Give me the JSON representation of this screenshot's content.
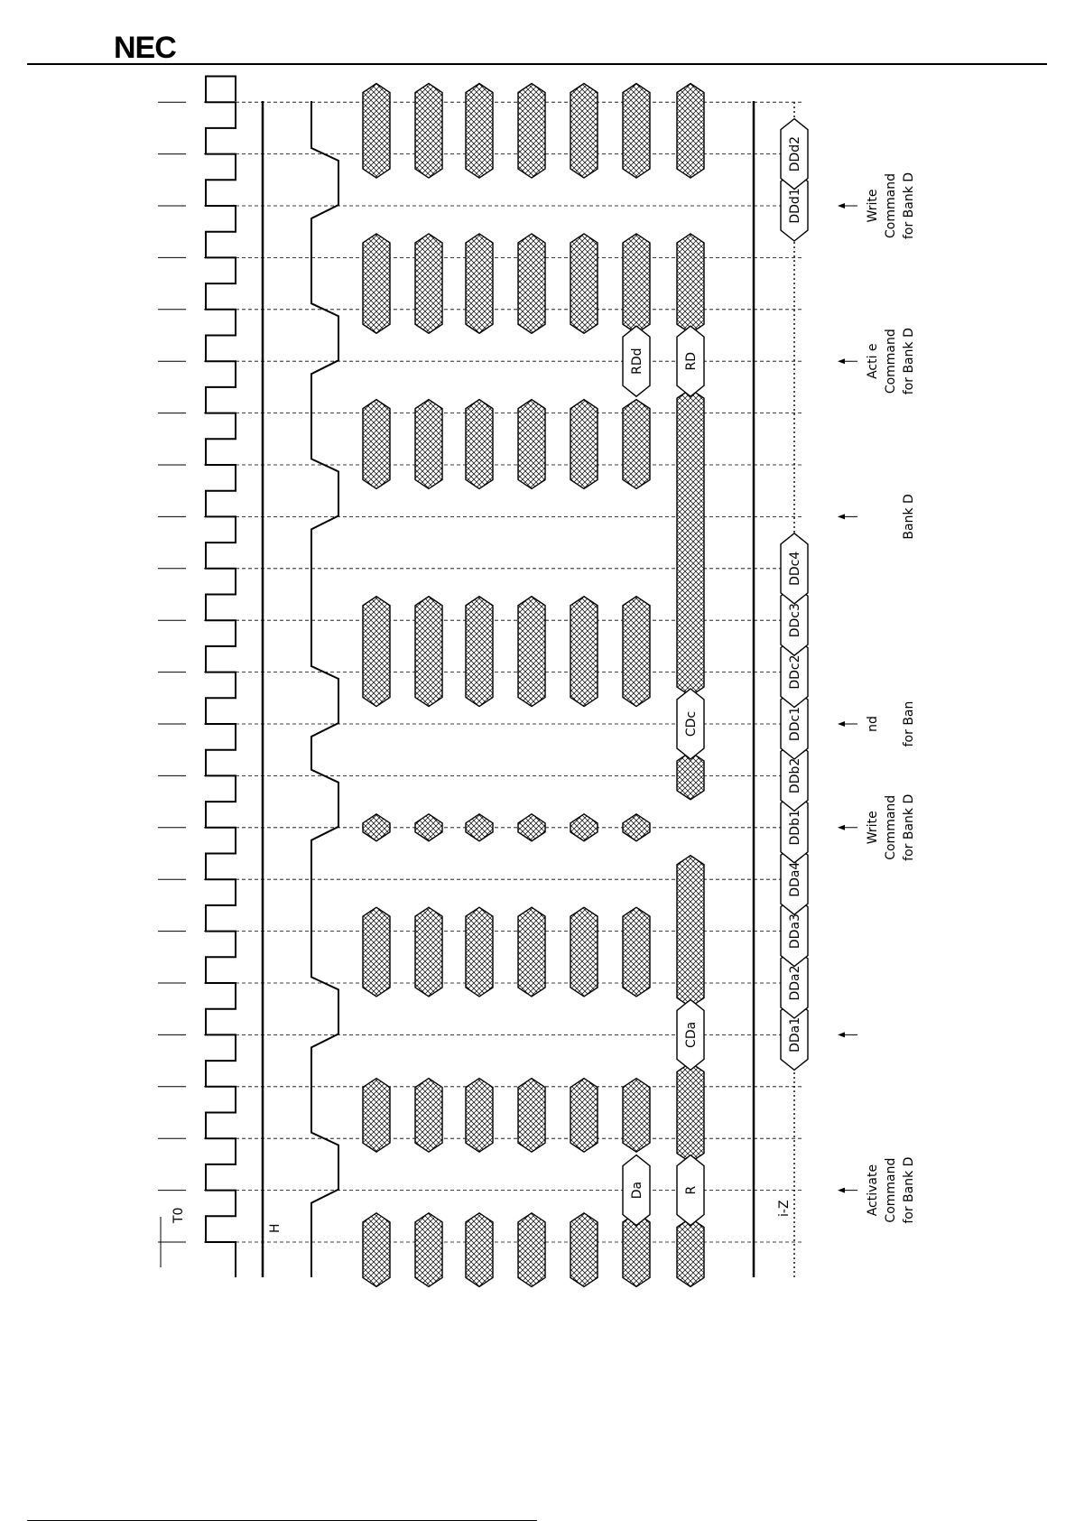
{
  "header": {
    "logo_text": "NEC"
  },
  "diagram": {
    "clock_label": "T0",
    "cke_label": "H",
    "tristate_label": "i-Z",
    "bus_a_labels": [
      {
        "text": "Da",
        "cycle": 1
      },
      {
        "text": "RDd",
        "cycle": 17
      }
    ],
    "bus_b_labels": [
      {
        "text": "R",
        "cycle": 1
      },
      {
        "text": "CDa",
        "cycle": 4
      },
      {
        "text": "CDc",
        "cycle": 10
      },
      {
        "text": "RD",
        "cycle": 17
      }
    ],
    "dq_labels": [
      {
        "text": "DDa1",
        "cycle": 4
      },
      {
        "text": "DDa2",
        "cycle": 5
      },
      {
        "text": "DDa3",
        "cycle": 6
      },
      {
        "text": "DDa4",
        "cycle": 7
      },
      {
        "text": "DDb1",
        "cycle": 8
      },
      {
        "text": "DDb2",
        "cycle": 9
      },
      {
        "text": "DDc1",
        "cycle": 10
      },
      {
        "text": "DDc2",
        "cycle": 11
      },
      {
        "text": "DDc3",
        "cycle": 12
      },
      {
        "text": "DDc4",
        "cycle": 13
      },
      {
        "text": "DDd1",
        "cycle": 20
      },
      {
        "text": "DDd2",
        "cycle": 21
      }
    ],
    "annotations": [
      {
        "cycle": 1,
        "lines": [
          "Activate",
          "Command",
          "for Bank D"
        ]
      },
      {
        "cycle": 4,
        "lines": [
          "",
          "",
          ""
        ]
      },
      {
        "cycle": 8,
        "lines": [
          "Write",
          "Command",
          "for Bank D"
        ]
      },
      {
        "cycle": 10,
        "lines": [
          "nd",
          "",
          "for Ban"
        ]
      },
      {
        "cycle": 14,
        "lines": [
          "",
          "",
          "Bank D"
        ]
      },
      {
        "cycle": 17,
        "lines": [
          "Acti      e",
          "Command",
          "for Bank D"
        ]
      },
      {
        "cycle": 20,
        "lines": [
          "Write",
          "Command",
          "for Bank D"
        ]
      }
    ]
  }
}
